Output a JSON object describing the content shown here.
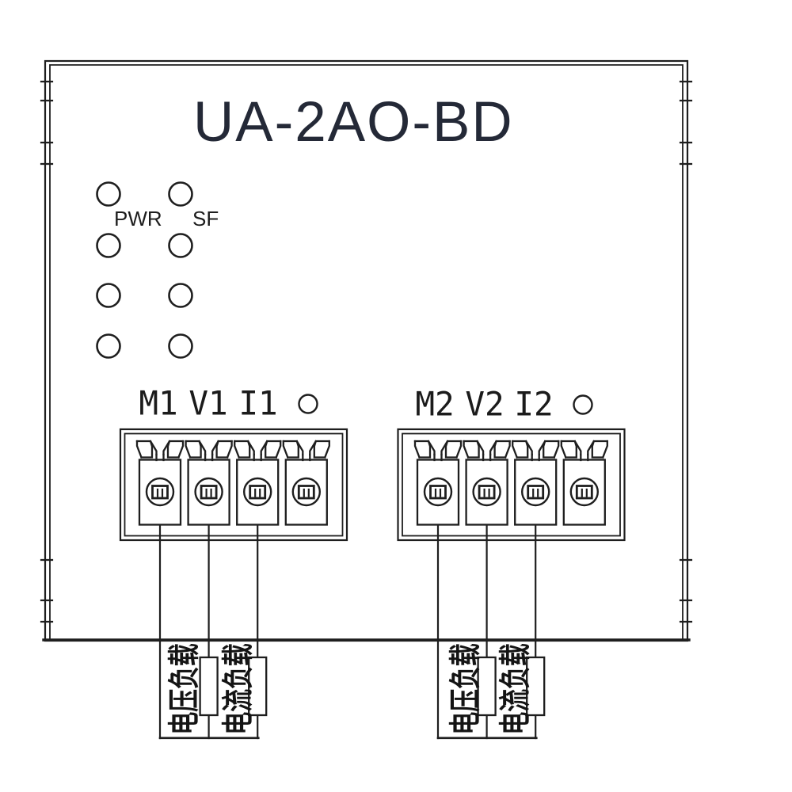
{
  "device": {
    "title": "UA-2AO-BD",
    "led_labels": {
      "power": "PWR",
      "safety": "SF"
    },
    "terminal_blocks": [
      {
        "labels": [
          "M1",
          "V1",
          "I1"
        ]
      },
      {
        "labels": [
          "M2",
          "V2",
          "I2"
        ]
      }
    ],
    "loads": [
      {
        "label": "电压负载"
      },
      {
        "label": "电流负载"
      },
      {
        "label": "电压负载"
      },
      {
        "label": "电流负载"
      }
    ]
  },
  "colors": {
    "line": "#1e1e1e",
    "title_text": "#242937",
    "background": "#ffffff"
  }
}
